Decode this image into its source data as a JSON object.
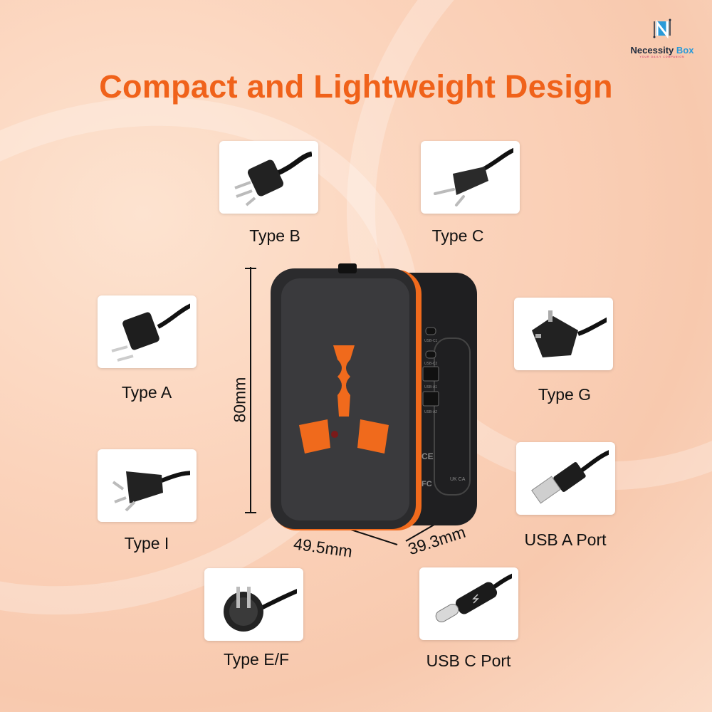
{
  "title": "Compact and Lightweight Design",
  "logo": {
    "name_part1": "Necessity",
    "name_part2": "Box",
    "tagline": "YOUR DAILY COMPANION"
  },
  "plugs": [
    {
      "label": "Type B",
      "icon": "us-plug-grounded-icon"
    },
    {
      "label": "Type C",
      "icon": "euro-plug-icon"
    },
    {
      "label": "Type A",
      "icon": "us-plug-flat-icon"
    },
    {
      "label": "Type G",
      "icon": "uk-plug-icon"
    },
    {
      "label": "Type I",
      "icon": "au-plug-icon"
    },
    {
      "label": "USB A Port",
      "icon": "usb-a-cable-icon"
    },
    {
      "label": "Type E/F",
      "icon": "schuko-plug-icon"
    },
    {
      "label": "USB C Port",
      "icon": "usb-c-cable-icon"
    }
  ],
  "dimensions": {
    "height": "80mm",
    "width": "49.5mm",
    "depth": "39.3mm"
  },
  "device": {
    "ports": [
      "USB-C1",
      "USB-C2",
      "USB-A1",
      "USB-A2"
    ],
    "marks": [
      "CE",
      "FC",
      "UK CA"
    ]
  },
  "colors": {
    "accent": "#f0621a",
    "device": "#2b2b2d"
  }
}
